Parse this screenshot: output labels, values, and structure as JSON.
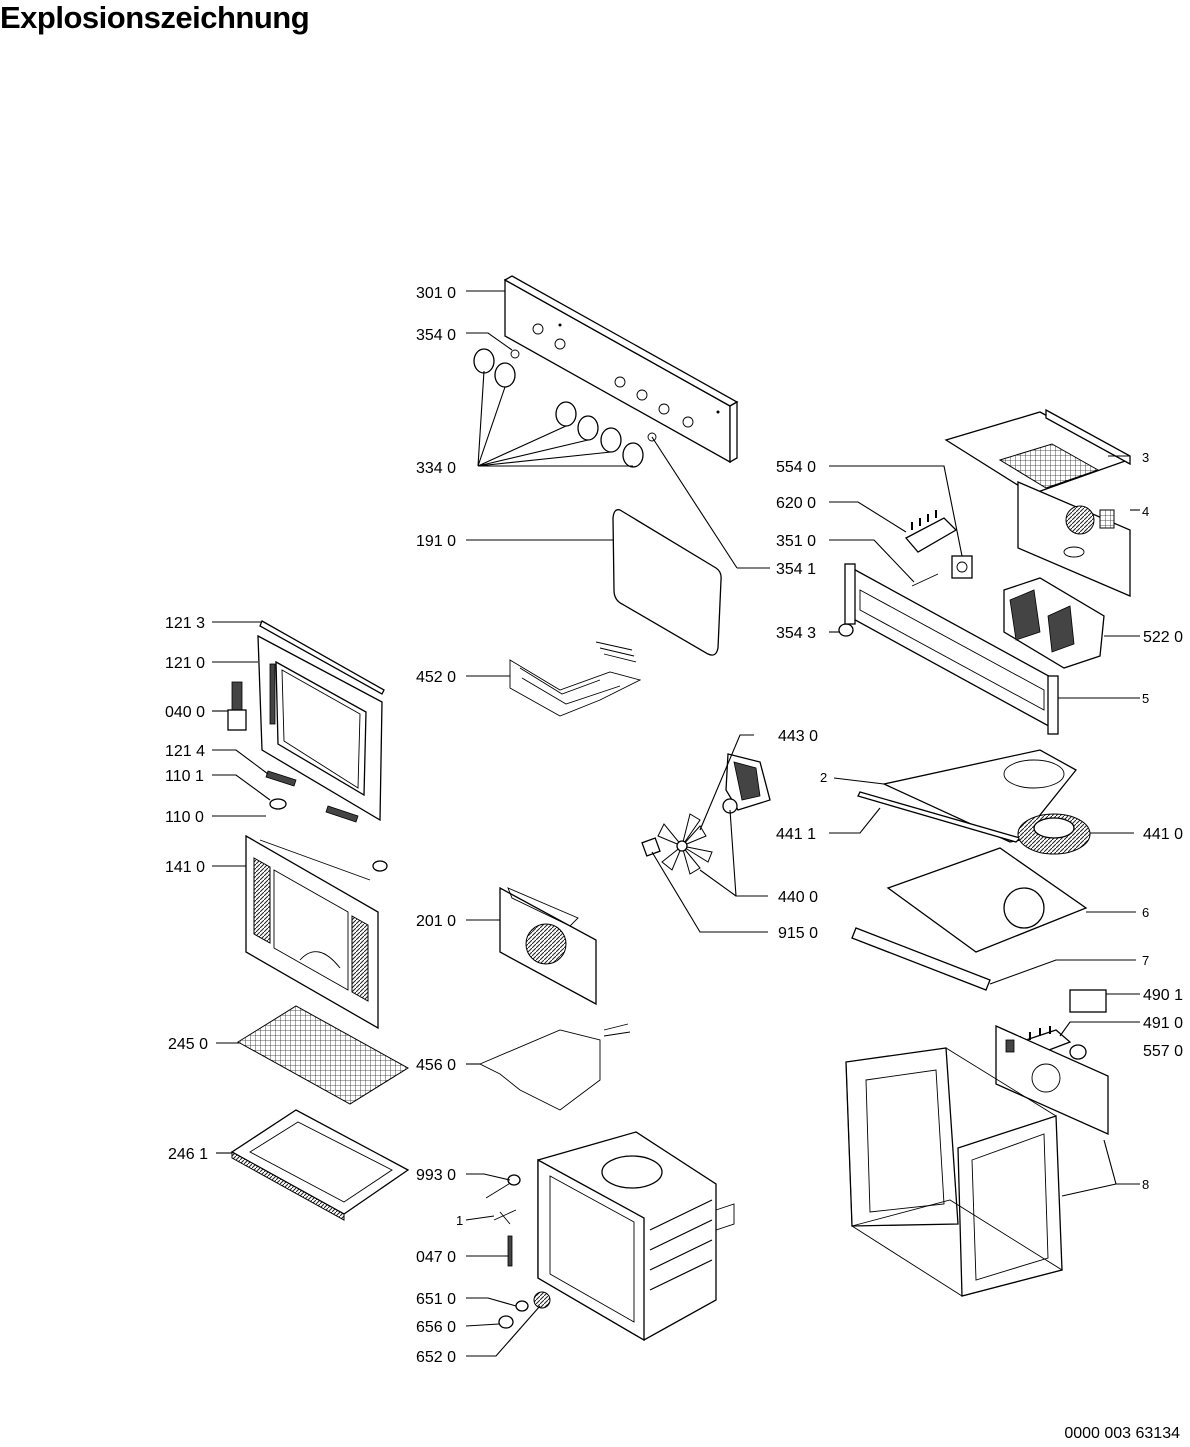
{
  "title": "Explosionszeichnung",
  "document_number": "0000 003 63134",
  "callouts": [
    {
      "id": "c-3010",
      "text": "301 0"
    },
    {
      "id": "c-3540",
      "text": "354 0"
    },
    {
      "id": "c-3340",
      "text": "334 0"
    },
    {
      "id": "c-1910",
      "text": "191 0"
    },
    {
      "id": "c-3541",
      "text": "354 1"
    },
    {
      "id": "c-1213",
      "text": "121 3"
    },
    {
      "id": "c-1210",
      "text": "121 0"
    },
    {
      "id": "c-4520",
      "text": "452 0"
    },
    {
      "id": "c-0400",
      "text": "040 0"
    },
    {
      "id": "c-1214",
      "text": "121 4"
    },
    {
      "id": "c-1101",
      "text": "110 1"
    },
    {
      "id": "c-1100",
      "text": "110 0"
    },
    {
      "id": "c-1410",
      "text": "141 0"
    },
    {
      "id": "c-2010",
      "text": "201 0"
    },
    {
      "id": "c-2450",
      "text": "245 0"
    },
    {
      "id": "c-4560",
      "text": "456 0"
    },
    {
      "id": "c-2461",
      "text": "246 1"
    },
    {
      "id": "c-9930",
      "text": "993 0"
    },
    {
      "id": "c-1",
      "text": "1"
    },
    {
      "id": "c-0470",
      "text": "047 0"
    },
    {
      "id": "c-6510",
      "text": "651 0"
    },
    {
      "id": "c-6560",
      "text": "656 0"
    },
    {
      "id": "c-6520",
      "text": "652 0"
    },
    {
      "id": "c-5540",
      "text": "554 0"
    },
    {
      "id": "c-6200",
      "text": "620 0"
    },
    {
      "id": "c-3510",
      "text": "351 0"
    },
    {
      "id": "c-3543",
      "text": "354 3"
    },
    {
      "id": "c-3",
      "text": "3"
    },
    {
      "id": "c-4",
      "text": "4"
    },
    {
      "id": "c-5220",
      "text": "522 0"
    },
    {
      "id": "c-5",
      "text": "5"
    },
    {
      "id": "c-4430",
      "text": "443 0"
    },
    {
      "id": "c-2",
      "text": "2"
    },
    {
      "id": "c-4411",
      "text": "441 1"
    },
    {
      "id": "c-4410",
      "text": "441 0"
    },
    {
      "id": "c-4400",
      "text": "440 0"
    },
    {
      "id": "c-9150",
      "text": "915 0"
    },
    {
      "id": "c-6",
      "text": "6"
    },
    {
      "id": "c-7",
      "text": "7"
    },
    {
      "id": "c-4901",
      "text": "490 1"
    },
    {
      "id": "c-4910",
      "text": "491 0"
    },
    {
      "id": "c-5570",
      "text": "557 0"
    },
    {
      "id": "c-8",
      "text": "8"
    }
  ]
}
